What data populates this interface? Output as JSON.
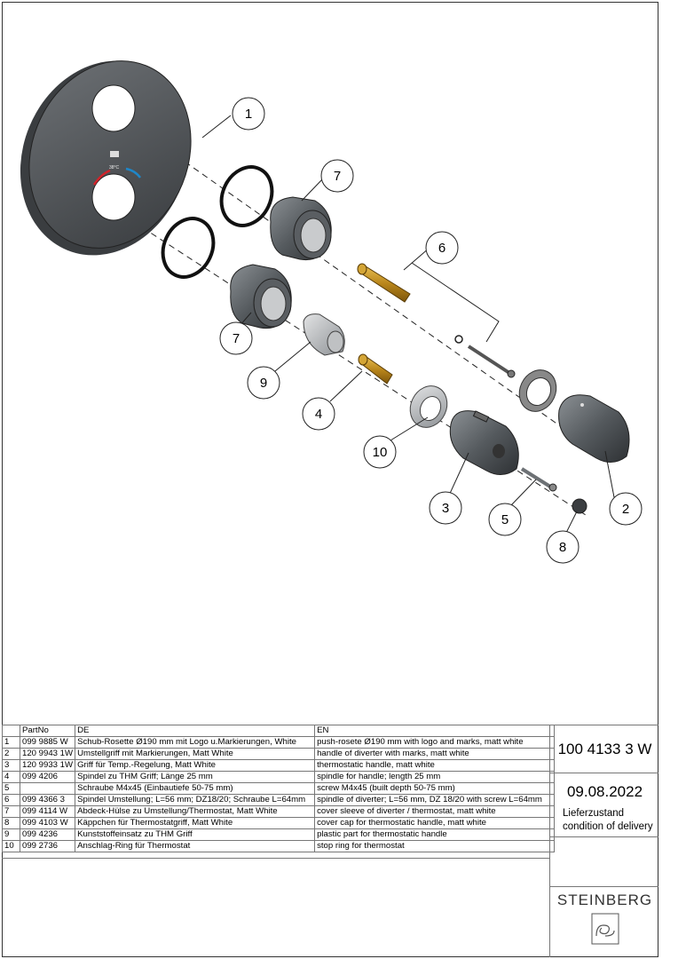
{
  "callouts": {
    "c1": "1",
    "c2": "2",
    "c3": "3",
    "c4": "4",
    "c5": "5",
    "c6": "6",
    "c7a": "7",
    "c7b": "7",
    "c8": "8",
    "c9": "9",
    "c10": "10"
  },
  "rosette_marking": {
    "temperature": "38°C"
  },
  "parts_table": {
    "headers": [
      "",
      "PartNo",
      "DE",
      "EN"
    ],
    "rows": [
      {
        "no": "1",
        "part_no": "099 9885 W",
        "de": "Schub-Rosette Ø190 mm mit Logo u.Markierungen, White",
        "en": "push-rosete Ø190 mm with logo and marks, matt white"
      },
      {
        "no": "2",
        "part_no": "120 9943 1W",
        "de": "Umstellgriff mit Markierungen, Matt White",
        "en": "handle of diverter with marks, matt white"
      },
      {
        "no": "3",
        "part_no": "120 9933 1W",
        "de": "Griff für Temp.-Regelung, Matt White",
        "en": "thermostatic handle, matt white"
      },
      {
        "no": "4",
        "part_no": "099 4206",
        "de": "Spindel zu THM Griff; Länge 25 mm",
        "en": "spindle for handle; length 25 mm"
      },
      {
        "no": "5",
        "part_no": "",
        "de": "Schraube M4x45 (Einbautiefe 50-75 mm)",
        "en": "screw M4x45 (built depth 50-75 mm)"
      },
      {
        "no": "6",
        "part_no": "099 4366 3",
        "de": "Spindel Umstellung; L=56 mm; DZ18/20; Schraube L=64mm",
        "en": "spindle of diverter; L=56 mm, DZ 18/20 with screw L=64mm"
      },
      {
        "no": "7",
        "part_no": "099 4114 W",
        "de": "Abdeck-Hülse zu Umstellung/Thermostat, Matt White",
        "en": "cover sleeve of diverter / thermostat, matt white"
      },
      {
        "no": "8",
        "part_no": "099 4103 W",
        "de": "Käppchen für Thermostatgriff, Matt White",
        "en": "cover cap for thermostatic handle, matt white"
      },
      {
        "no": "9",
        "part_no": "099 4236",
        "de": "Kunststoffeinsatz zu THM Griff",
        "en": "plastic part for thermostatic handle"
      },
      {
        "no": "10",
        "part_no": "099 2736",
        "de": "Anschlag-Ring für Thermostat",
        "en": "stop ring for thermostat"
      }
    ]
  },
  "title_block": {
    "article_number": "100 4133 3 W",
    "date": "09.08.2022",
    "delivery_de": "Lieferzustand",
    "delivery_en": "condition of delivery",
    "brand": "STEINBERG"
  },
  "colors": {
    "part_dark": "#4f5255",
    "part_mid": "#7c8085",
    "brass": "#c8951f",
    "hot_mark": "#d2232a",
    "cold_mark": "#1f86c7"
  }
}
